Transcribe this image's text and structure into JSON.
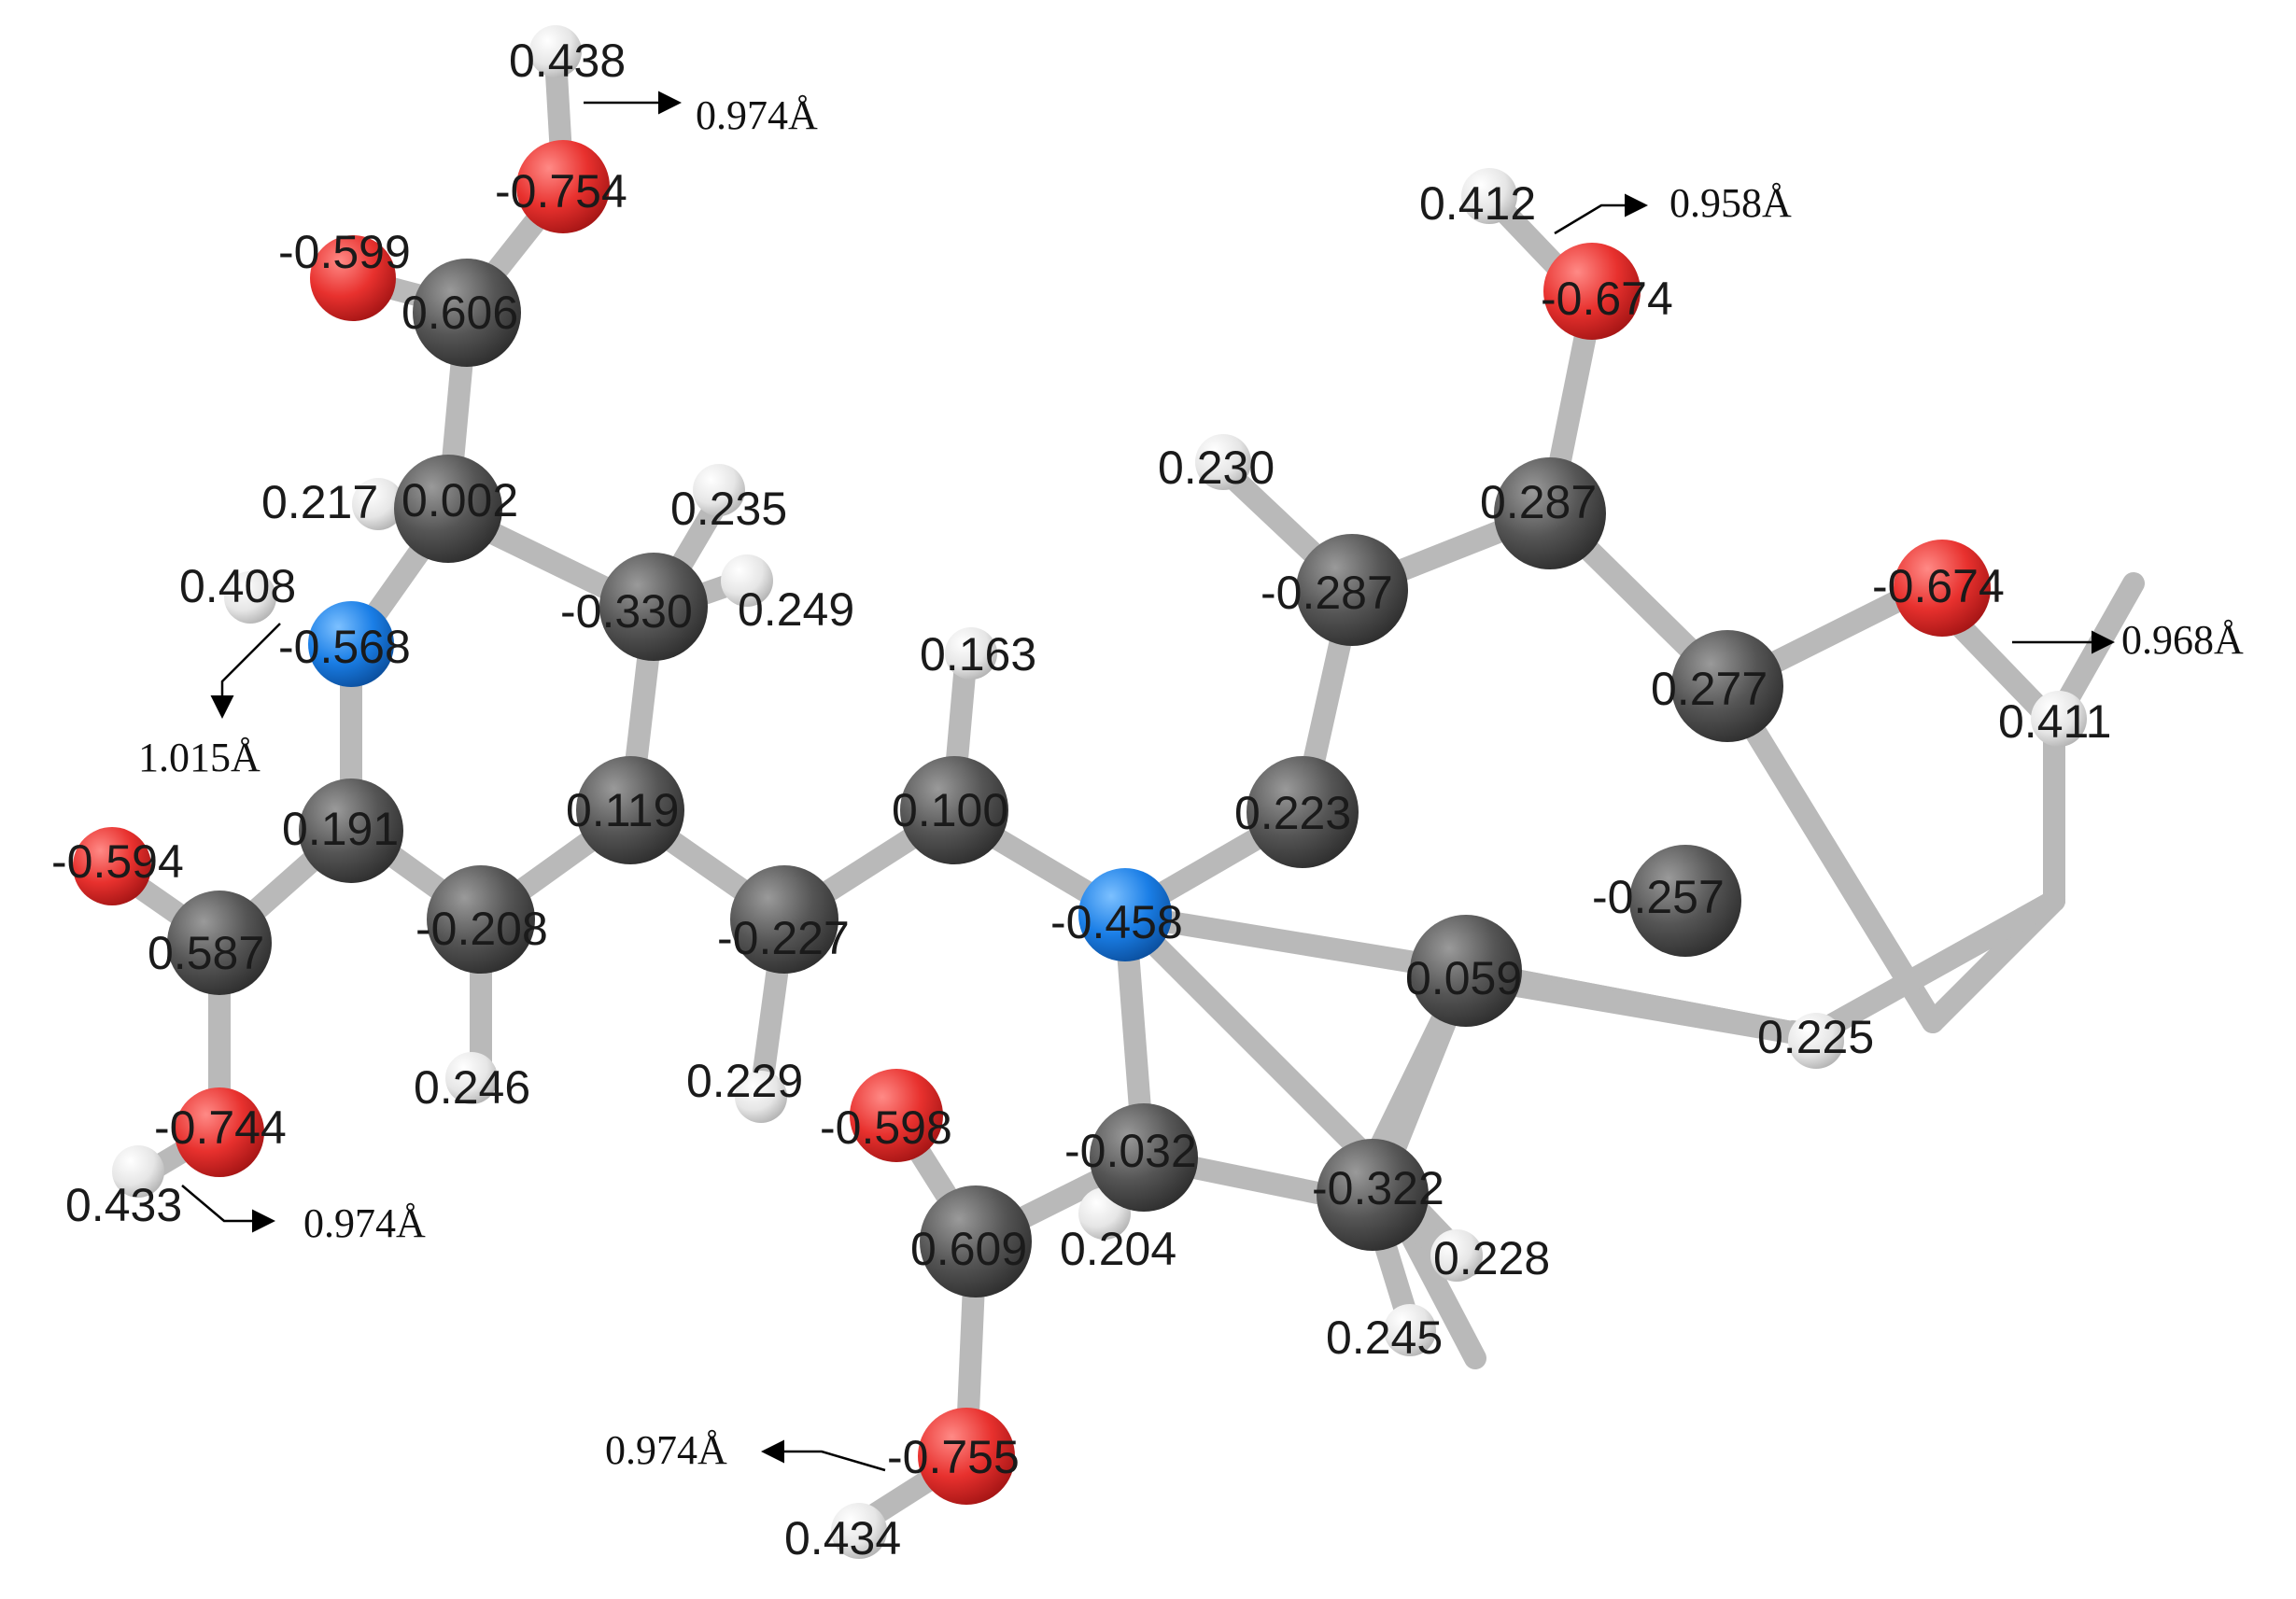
{
  "colors": {
    "carbon": "#555555",
    "oxygen": "#e8312e",
    "nitrogen": "#1a7ee6",
    "hydrogen": "#e6e6e6",
    "bond": "#b9b9b9"
  },
  "charge_labels": [
    "0.438",
    "-0.754",
    "-0.599",
    "0.606",
    "0.217",
    "0.002",
    "0.235",
    "-0.330",
    "0.249",
    "0.408",
    "-0.568",
    "0.191",
    "-0.594",
    "0.587",
    "-0.208",
    "0.119",
    "0.246",
    "-0.744",
    "0.433",
    "-0.227",
    "0.229",
    "0.163",
    "0.100",
    "-0.458",
    "0.230",
    "-0.287",
    "0.287",
    "0.412",
    "-0.674",
    "-0.674",
    "0.277",
    "0.411",
    "0.223",
    "-0.257",
    "0.059",
    "0.225",
    "-0.032",
    "-0.598",
    "0.609",
    "0.204",
    "-0.322",
    "0.228",
    "0.245",
    "-0.755",
    "0.434"
  ],
  "bond_lengths": [
    "0.974Å",
    "0.958Å",
    "0.968Å",
    "1.015Å",
    "0.974Å",
    "0.974Å"
  ]
}
